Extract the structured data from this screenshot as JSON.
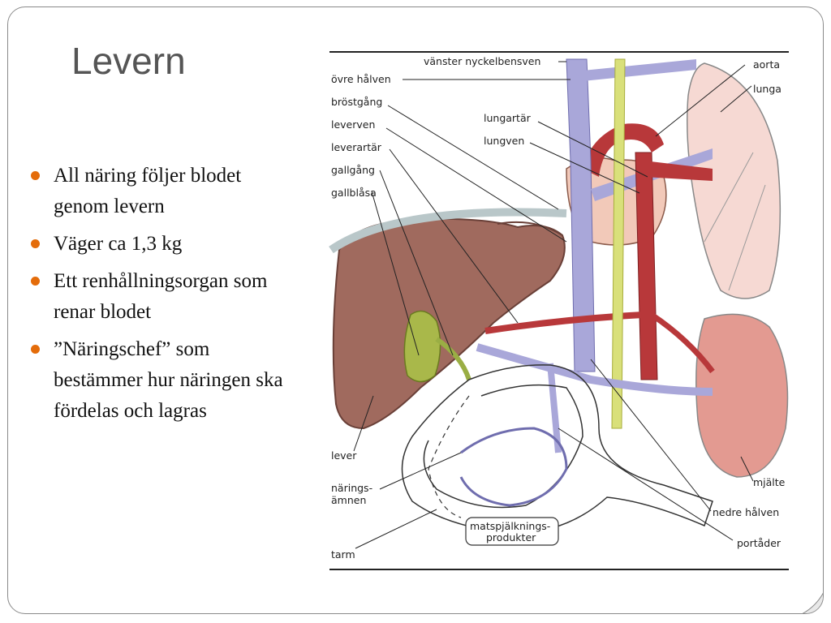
{
  "slide": {
    "title": "Levern",
    "bullets": [
      "All näring följer blodet\ngenom levern",
      "Väger ca 1,3 kg",
      "Ett renhållningsorgan som\nrenar blodet",
      "”Näringschef” som\nbestämmer hur näringen ska\nfördelas och lagras"
    ]
  },
  "diagram": {
    "labels": {
      "vanster_nyckelbensven": "vänster nyckelbensven",
      "ovre_halven": "övre hålven",
      "brostgang": "bröstgång",
      "leverven": "leverven",
      "leverartar": "leverartär",
      "gallgang": "gallgång",
      "gallblasa": "gallblåsa",
      "lungartar": "lungartär",
      "lungven": "lungven",
      "aorta": "aorta",
      "lunga": "lunga",
      "lever": "lever",
      "narings": "närings-",
      "amnen": "ämnen",
      "tarm": "tarm",
      "matspjalknings": "matspjälknings-",
      "produkter": "produkter",
      "mjalte": "mjälte",
      "nedre_halven": "nedre hålven",
      "portader": "portåder"
    }
  },
  "colors": {
    "accent_bullet": "#e46c0a",
    "title": "#555555",
    "liver": "#a06a5e",
    "artery": "#b8383a",
    "vein": "#a9a7d9",
    "lymph": "#d9e07a"
  }
}
